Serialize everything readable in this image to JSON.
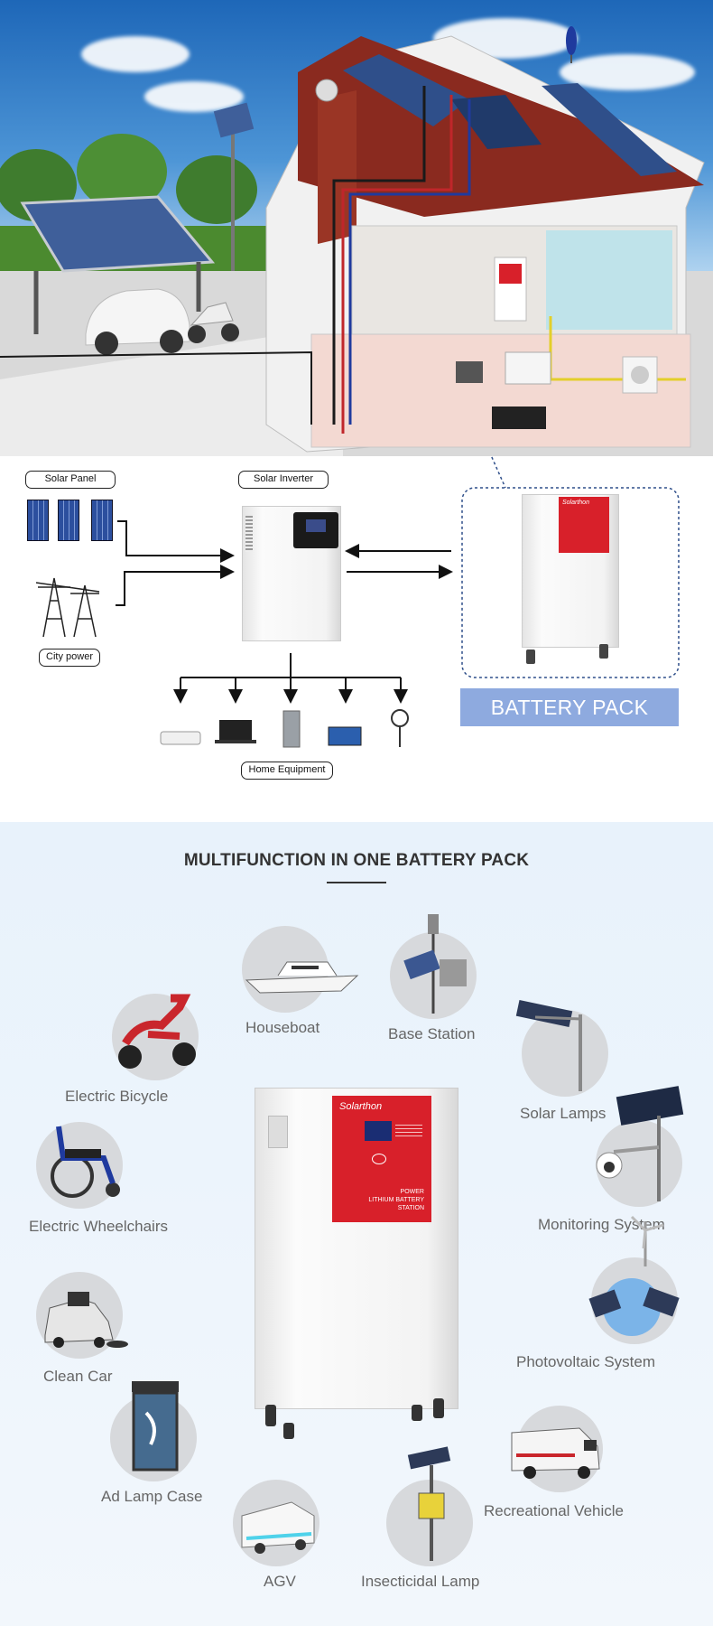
{
  "diagram": {
    "solar_panel_label": "Solar Panel",
    "solar_inverter_label": "Solar Inverter",
    "city_power_label": "City power",
    "home_equipment_label": "Home Equipment",
    "battery_pack_label": "BATTERY PACK"
  },
  "battery_brand": "Solarthon",
  "battery_front_text": [
    "POWER",
    "LITHIUM BATTERY",
    "STATION"
  ],
  "multifunction": {
    "title": "MULTIFUNCTION IN ONE BATTERY PACK",
    "applications": [
      {
        "label": "Houseboat",
        "icon": "houseboat-icon"
      },
      {
        "label": "Base Station",
        "icon": "base-station-icon"
      },
      {
        "label": "Electric Bicycle",
        "icon": "electric-bicycle-icon"
      },
      {
        "label": "Solar Lamps",
        "icon": "solar-lamp-icon"
      },
      {
        "label": "Electric Wheelchairs",
        "icon": "wheelchair-icon"
      },
      {
        "label": "Monitoring System",
        "icon": "monitoring-camera-icon"
      },
      {
        "label": "Clean Car",
        "icon": "clean-car-icon"
      },
      {
        "label": "Photovoltaic System",
        "icon": "photovoltaic-icon"
      },
      {
        "label": "Ad Lamp Case",
        "icon": "ad-lamp-case-icon"
      },
      {
        "label": "Recreational  Vehicle",
        "icon": "rv-icon"
      },
      {
        "label": "AGV",
        "icon": "agv-icon"
      },
      {
        "label": "Insecticidal Lamp",
        "icon": "insecticidal-lamp-icon"
      }
    ]
  },
  "colors": {
    "battery_red": "#d8202a",
    "battery_pack_button": "#8eaadf",
    "section_bg": "#e8f2fb"
  }
}
